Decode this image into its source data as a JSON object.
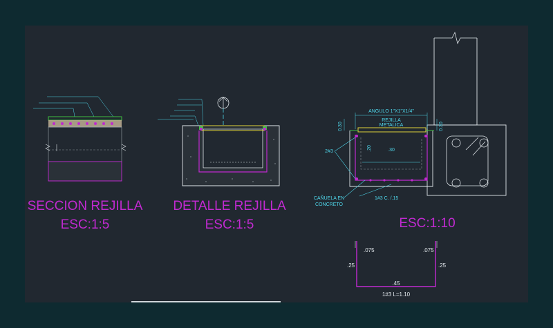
{
  "views": {
    "section": {
      "title": "SECCION REJILLA",
      "scale": "ESC:1:5"
    },
    "detail": {
      "title": "DETALLE REJILLA",
      "scale": "ESC:1:5"
    },
    "main": {
      "scale": "ESC:1:10"
    }
  },
  "annotations": {
    "angulo": "ANGULO 1\"X1\"X1/4\"",
    "rejilla": "REJILLA",
    "metalica": "METALICA",
    "cantidad_izq": "2#3",
    "canuela": "CAÑUELA EN",
    "concreto": "CONCRETO",
    "estribo": "1#3 C. /.15",
    "dim_030_a": "0.30",
    "dim_020": ".20",
    "dim_030_b": ".30",
    "dim_030_c": "0.30",
    "dim_0075_l": ".075",
    "dim_0075_r": ".075",
    "dim_025_l": ".25",
    "dim_025_r": ".25",
    "dim_045": ".45",
    "bar_label": "1#3  L=1.10"
  },
  "colors": {
    "background": "#212830",
    "frame": "#0e2a30",
    "magenta": "#c02ad0",
    "cyan": "#4fd6ea",
    "yellow": "#e0d23a",
    "white": "#e0e6ea",
    "green": "#3fbf3f"
  }
}
